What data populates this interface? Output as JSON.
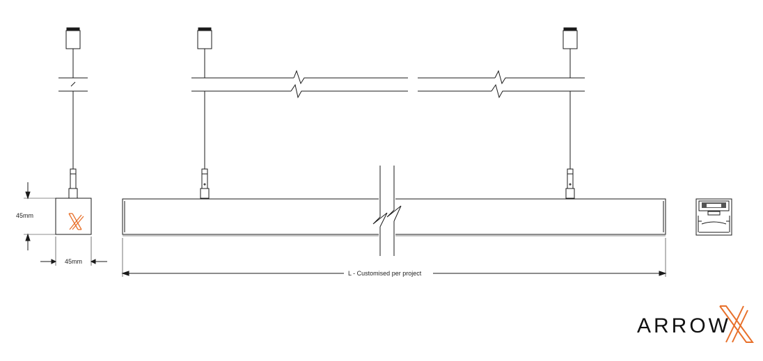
{
  "labels": {
    "height_dim": "45mm",
    "width_dim": "45mm",
    "length_dim": "L - Customised per project"
  },
  "logo": {
    "text": "ARROW",
    "icon": "arrow-x-logo-icon"
  },
  "colors": {
    "line": "#1a1a1a",
    "accent": "#e8702a",
    "background": "#ffffff"
  }
}
